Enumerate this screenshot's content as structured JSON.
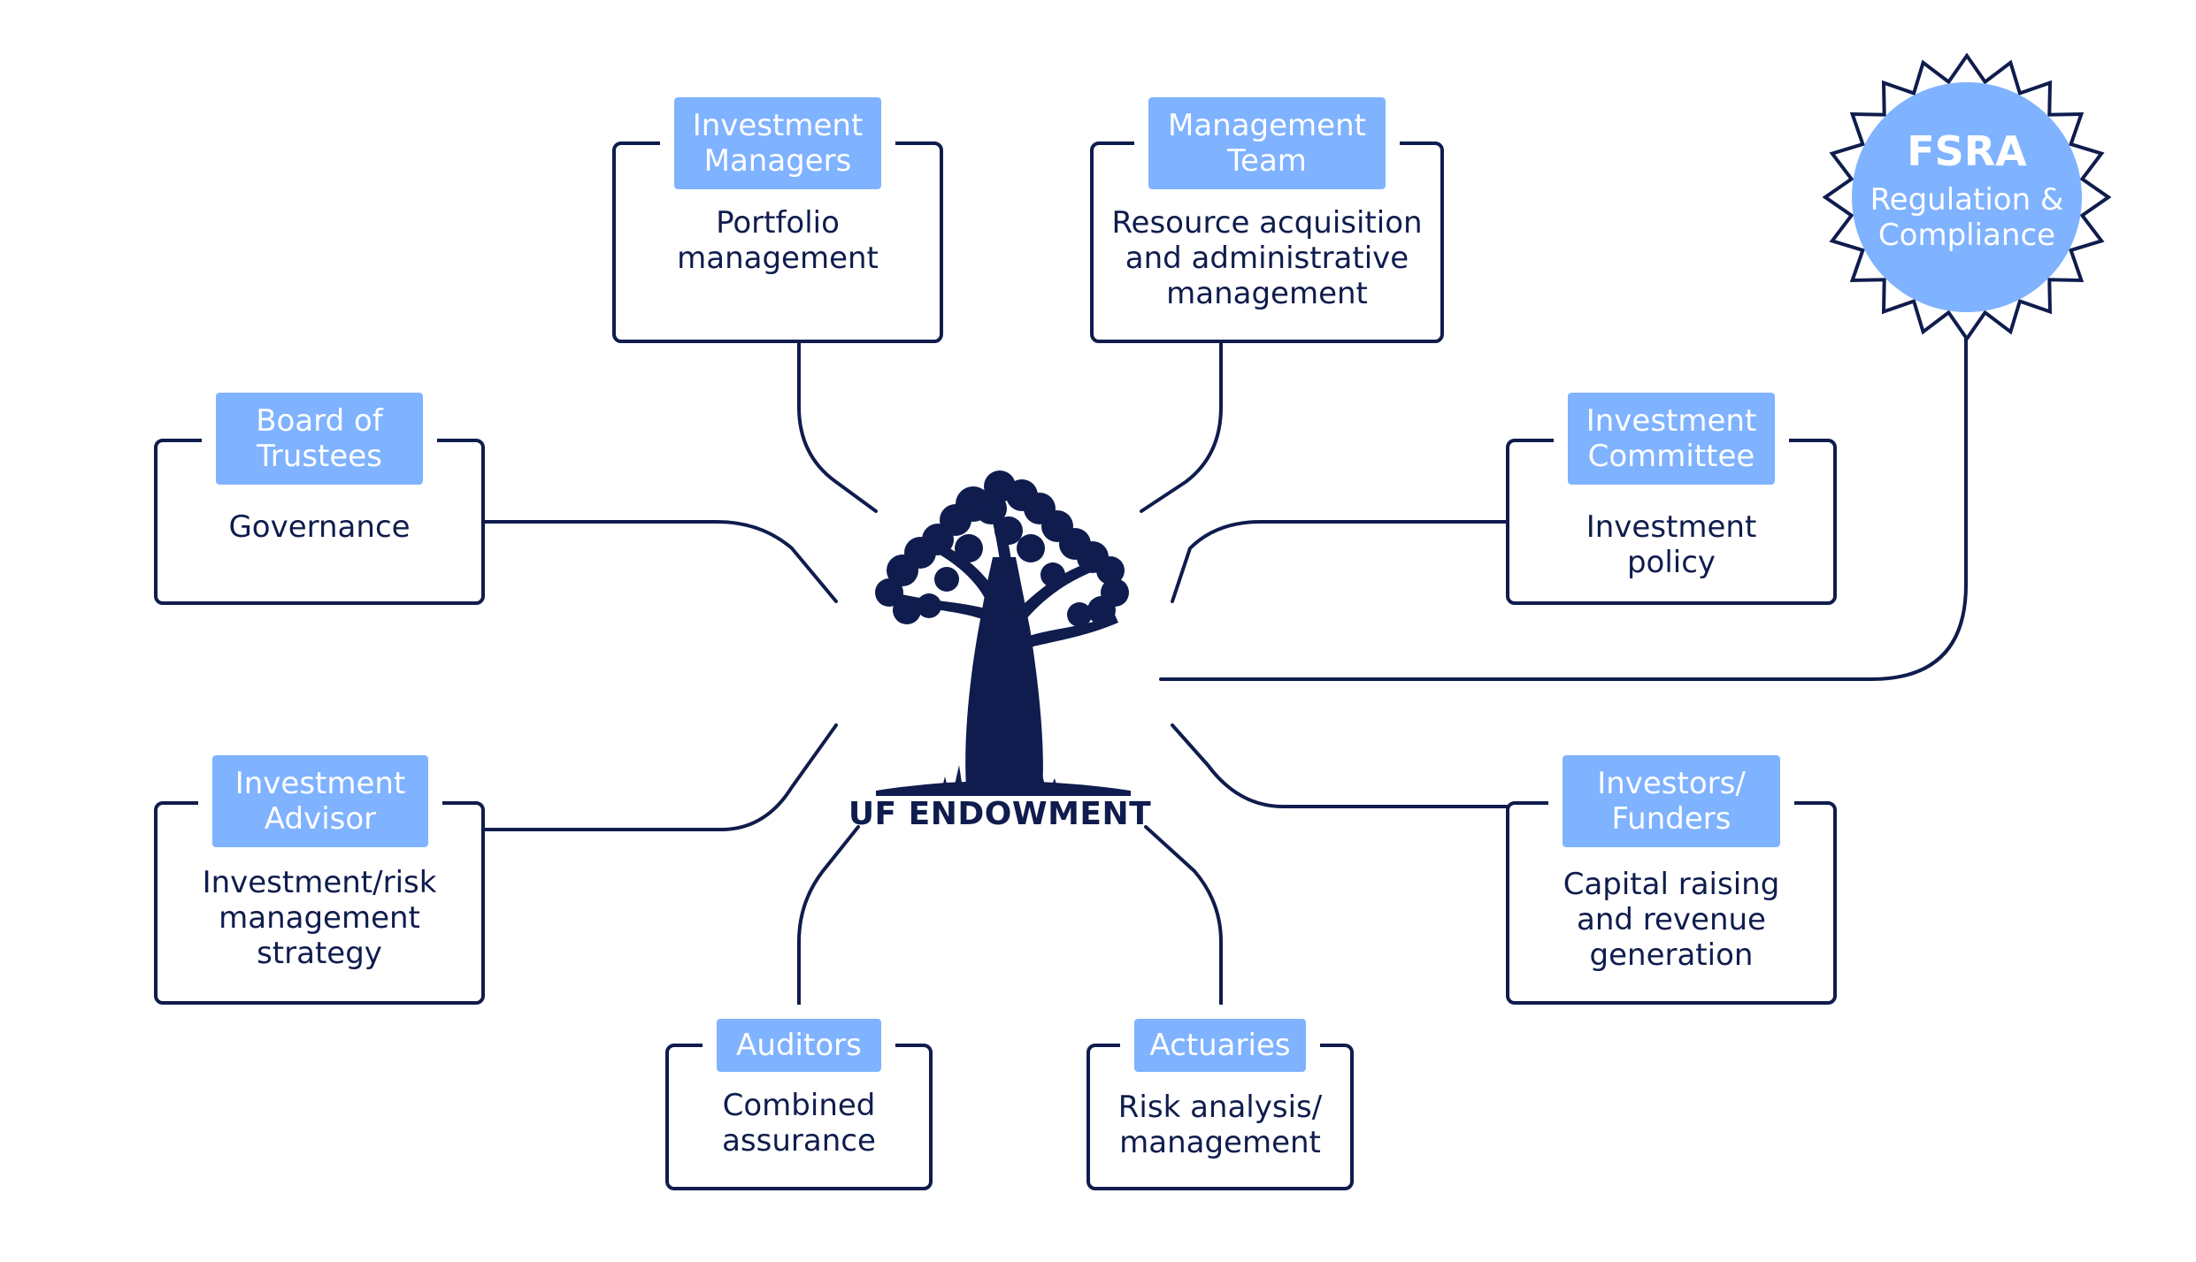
{
  "center": {
    "label": "UF ENDOWMENT"
  },
  "colors": {
    "navy": "#0f1c4d",
    "tab": "#7fb2ff",
    "seal": "#7fb2ff"
  },
  "nodes": {
    "investment_managers": {
      "title": "Investment\nManagers",
      "desc": "Portfolio\nmanagement"
    },
    "management_team": {
      "title": "Management\nTeam",
      "desc": "Resource acquisition\nand administrative\nmanagement"
    },
    "board_of_trustees": {
      "title": "Board of\nTrustees",
      "desc": "Governance"
    },
    "investment_committee": {
      "title": "Investment\nCommittee",
      "desc": "Investment\npolicy"
    },
    "investment_advisor": {
      "title": "Investment\nAdvisor",
      "desc": "Investment/risk\nmanagement\nstrategy"
    },
    "investors_funders": {
      "title": "Investors/\nFunders",
      "desc": "Capital raising\nand revenue\ngeneration"
    },
    "auditors": {
      "title": "Auditors",
      "desc": "Combined\nassurance"
    },
    "actuaries": {
      "title": "Actuaries",
      "desc": "Risk analysis/\nmanagement"
    }
  },
  "seal": {
    "title": "FSRA",
    "subtitle": "Regulation &\nCompliance"
  },
  "icons": {
    "center": "baobab-tree-icon",
    "seal": "starburst-seal-icon"
  }
}
